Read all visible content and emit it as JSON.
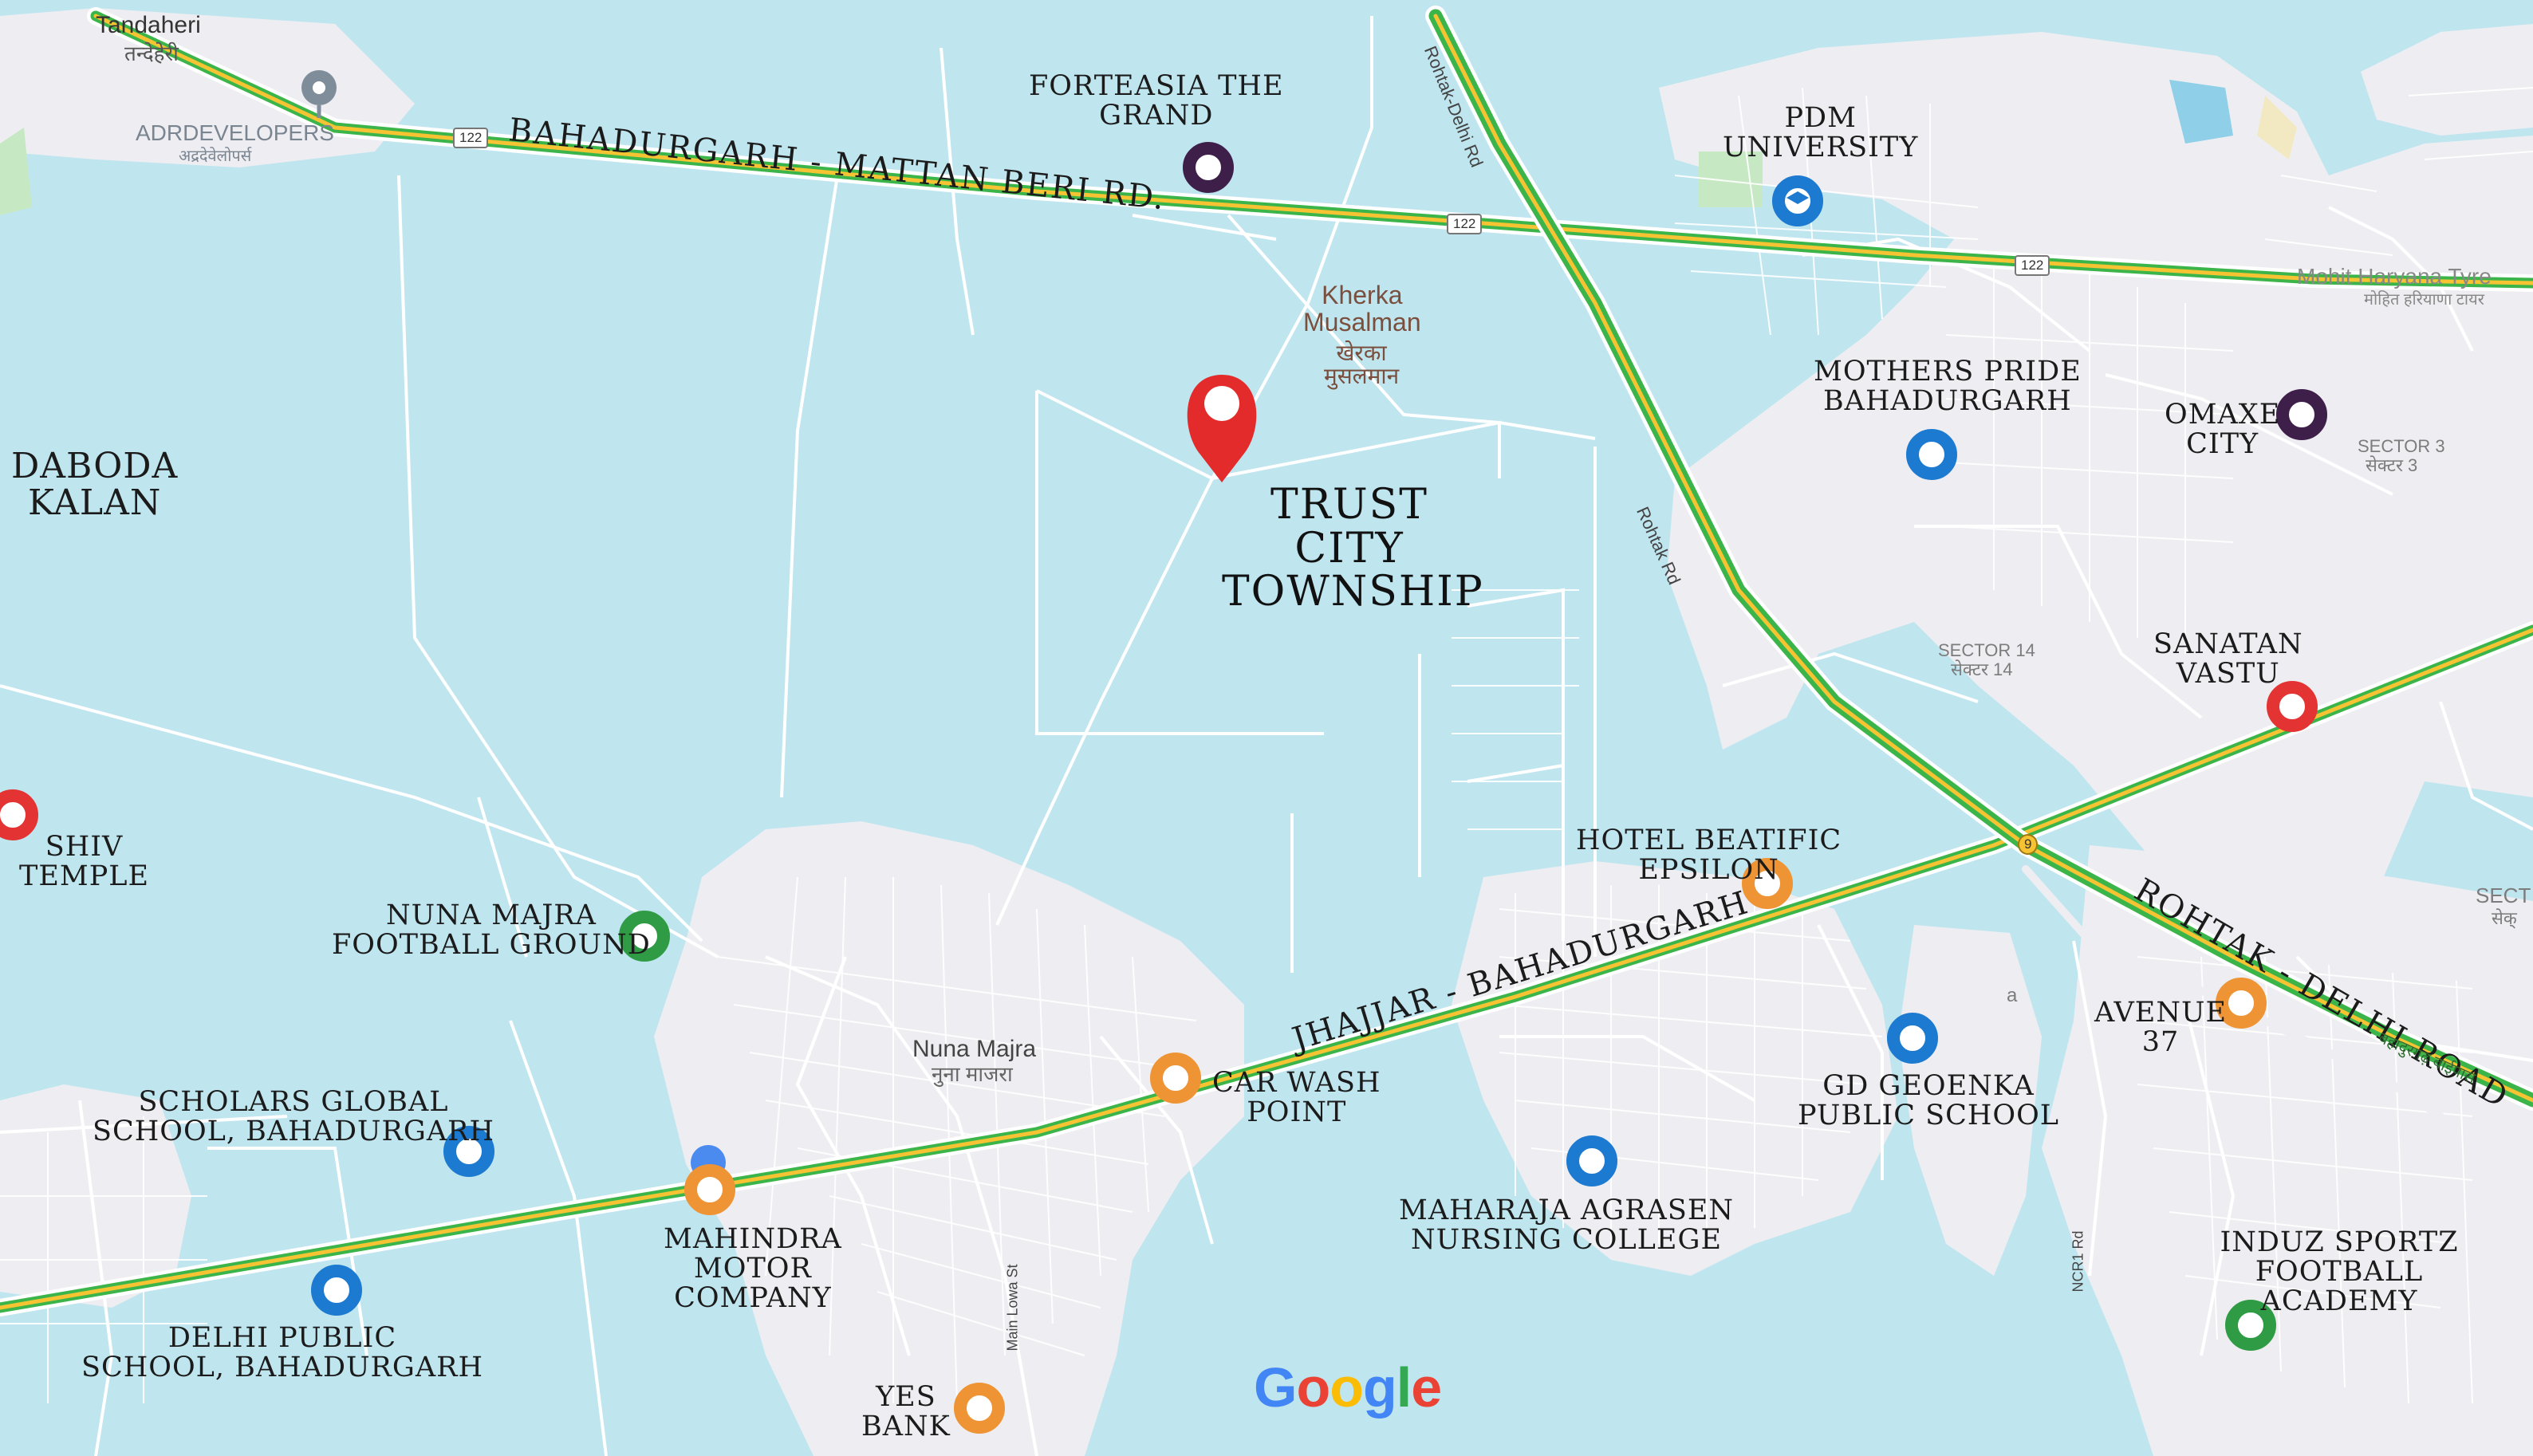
{
  "project_title": "TRUST CITY TOWNSHIP",
  "colors": {
    "water": "#bfe5ef",
    "land": "#eeeef2",
    "highway_green": "#3bb54a",
    "highway_yellow": "#f6c333",
    "minor_road": "#ffffff",
    "main_pin": "#e32b2b",
    "pin_purple": "#3d1f4a",
    "pin_blue": "#1c7ad0",
    "pin_orange": "#ef9434",
    "pin_red": "#e33333",
    "pin_green": "#2f9c45"
  },
  "roads": {
    "mattan_beri": "BAHADURGARH - MATTAN BERI RD.",
    "jhajjar": "JHAJJAR - BAHADURGARH",
    "rohtak_delhi": "ROHTAK - DELHI ROAD",
    "rohtak_small_1": "Rohtak-Delhi Rd",
    "rohtak_small_2": "Rohtak Rd",
    "main_lowa": "Main Lowa St",
    "ncr1": "NCR1 Rd",
    "shield_122": "122",
    "shield_9": "9",
    "devanagari_road": "बहादुरगढ़ बाईपास"
  },
  "places": {
    "tandaheri": "Tandaheri",
    "tandaheri_hi": "तन्देहेरी",
    "adr": "ADRDEVELOPERS",
    "adr_hi": "अद्रदेवेलोपर्स",
    "kherka": "Kherka\nMusalman",
    "kherka_hi": "खेरका\nमुसलमान",
    "nuna_majra": "Nuna Majra",
    "nuna_majra_hi": "नुना माजरा",
    "mohit": "Mohit Haryana Tyre",
    "mohit_hi": "मोहित हरियाणा टायर",
    "sector3": "SECTOR 3",
    "sector3_hi": "सेक्टर 3",
    "sector14": "SECTOR 14",
    "sector14_hi": "सेक्टर 14",
    "sector_edge": "SECT",
    "sector_edge_hi": "सेक्",
    "small_a": "a"
  },
  "landmarks": {
    "forteasia": "FORTEASIA THE\nGRAND",
    "pdm": "PDM\nUNIVERSITY",
    "mothers_pride": "MOTHERS PRIDE\nBAHADURGARH",
    "omaxe": "OMAXE\nCITY",
    "daboda": "DABODA\nKALAN",
    "sanatan": "SANATAN\nVASTU",
    "shiv": "SHIV\nTEMPLE",
    "hotel": "HOTEL BEATIFIC\nEPSILON",
    "nuna_ground": "NUNA MAJRA\nFOOTBALL GROUND",
    "avenue": "AVENUE\n37",
    "gd": "GD GEOENKA\nPUBLIC SCHOOL",
    "scholars": "SCHOLARS GLOBAL\nSCHOOL, BAHADURGARH",
    "car_wash": "CAR WASH\nPOINT",
    "maharaja": "MAHARAJA AGRASEN\nNURSING COLLEGE",
    "mahindra": "MAHINDRA\nMOTOR\nCOMPANY",
    "induz": "INDUZ SPORTZ FOOTBALL\nACADEMY",
    "dps": "DELHI PUBLIC\nSCHOOL, BAHADURGARH",
    "yes_bank": "YES\nBANK"
  },
  "google_logo": [
    "G",
    "o",
    "o",
    "g",
    "l",
    "e"
  ]
}
